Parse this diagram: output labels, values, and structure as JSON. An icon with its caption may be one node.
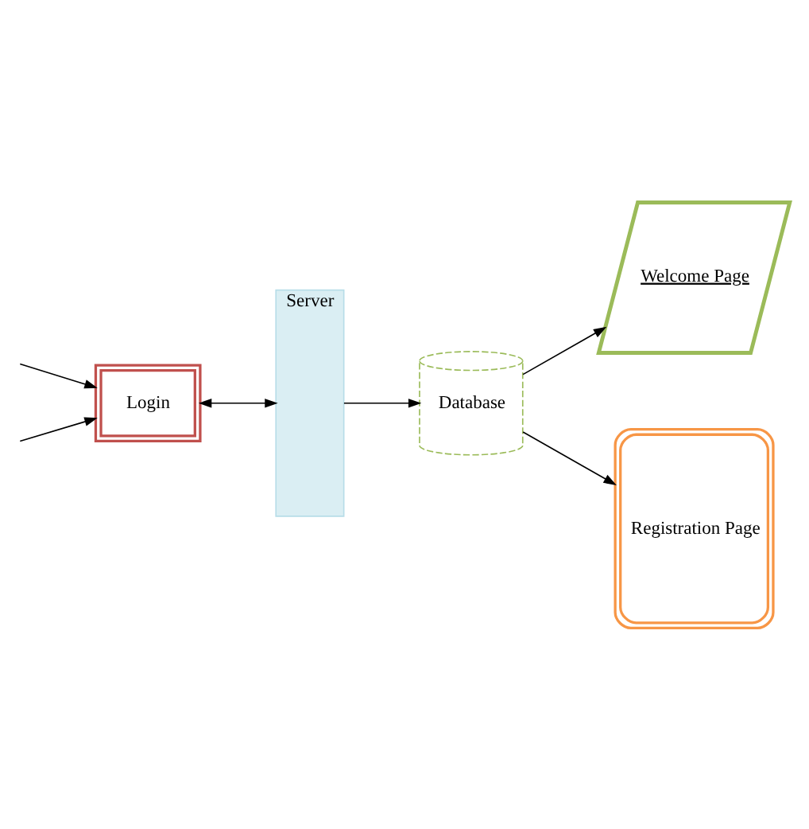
{
  "diagram": {
    "nodes": [
      {
        "text": [
          "Login"
        ]
      },
      {
        "text": [
          "Server"
        ]
      },
      {
        "text": [
          "Database"
        ]
      },
      {
        "text": [
          "Welcome Page"
        ]
      },
      {
        "text": [
          "Registration Page"
        ]
      }
    ],
    "edges": [
      {
        "from": null,
        "to": 0,
        "arrow": "to"
      },
      {
        "from": null,
        "to": 0,
        "arrow": "to"
      },
      {
        "from": 0,
        "to": 1,
        "arrow": "both"
      },
      {
        "from": 1,
        "to": 2,
        "arrow": "to"
      },
      {
        "from": 2,
        "to": 3,
        "arrow": "to"
      },
      {
        "from": 2,
        "to": 4,
        "arrow": "to"
      }
    ]
  }
}
